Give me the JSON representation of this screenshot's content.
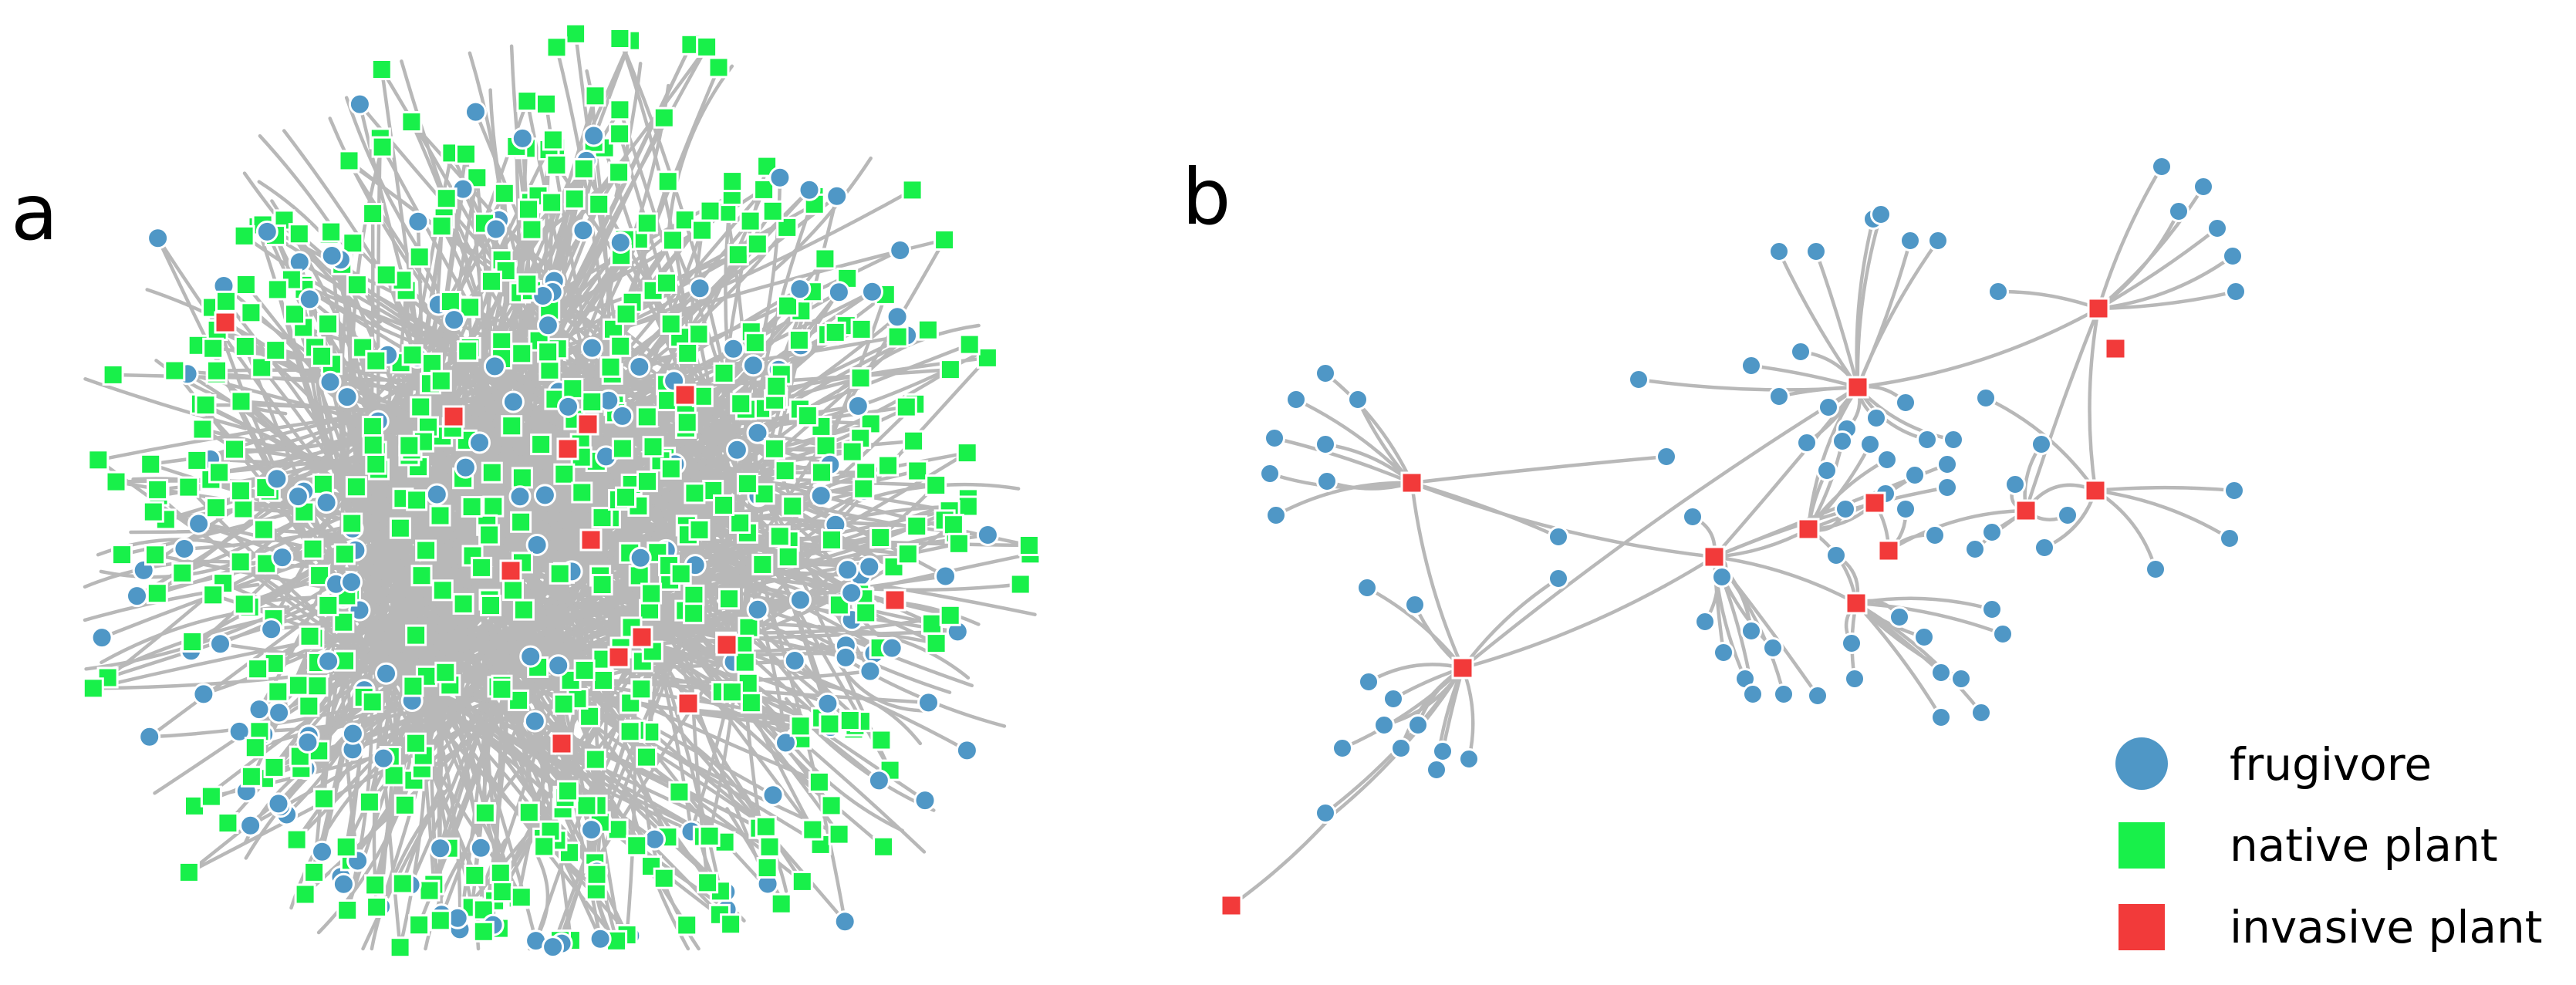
{
  "panels": [
    {
      "id": "a",
      "label": "a"
    },
    {
      "id": "b",
      "label": "b"
    }
  ],
  "legend": [
    {
      "key": "frugivore",
      "label": "frugivore",
      "shape": "circle",
      "color": "#4f97c6"
    },
    {
      "key": "native",
      "label": "native plant",
      "shape": "square",
      "color": "#18f04a"
    },
    {
      "key": "invasive",
      "label": "invasive plant",
      "shape": "square",
      "color": "#f23a3a"
    }
  ],
  "colors": {
    "frugivore": "#4f97c6",
    "native_plant": "#18f04a",
    "invasive_plant": "#f23a3a",
    "edge": "#b8b8b8"
  }
}
